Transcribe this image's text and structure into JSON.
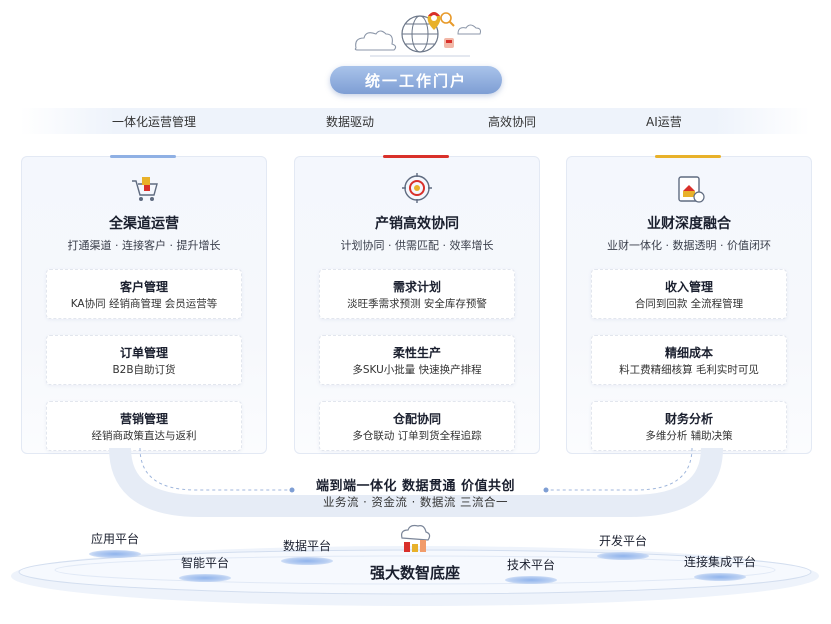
{
  "portal": {
    "title": "统一工作门户"
  },
  "capabilities": [
    "一体化运营管理",
    "数据驱动",
    "高效协同",
    "AI运营"
  ],
  "columns": [
    {
      "title": "全渠道运营",
      "subtitle": "打通渠道 · 连接客户 · 提升增长",
      "accent": "#8fb0e4",
      "cards": [
        {
          "title": "客户管理",
          "desc": "KA协同  经销商管理  会员运营等"
        },
        {
          "title": "订单管理",
          "desc": "B2B自助订货"
        },
        {
          "title": "营销管理",
          "desc": "经销商政策直达与返利"
        }
      ]
    },
    {
      "title": "产销高效协同",
      "subtitle": "计划协同 · 供需匹配 · 效率增长",
      "accent": "#d9302a",
      "cards": [
        {
          "title": "需求计划",
          "desc": "淡旺季需求预测  安全库存预警"
        },
        {
          "title": "柔性生产",
          "desc": "多SKU小批量  快速换产排程"
        },
        {
          "title": "仓配协同",
          "desc": "多仓联动  订单到货全程追踪"
        }
      ]
    },
    {
      "title": "业财深度融合",
      "subtitle": "业财一体化 · 数据透明 · 价值闭环",
      "accent": "#e8b12a",
      "cards": [
        {
          "title": "收入管理",
          "desc": "合同到回款  全流程管理"
        },
        {
          "title": "精细成本",
          "desc": "料工费精细核算  毛利实时可见"
        },
        {
          "title": "财务分析",
          "desc": "多维分析  辅助决策"
        }
      ]
    }
  ],
  "flow": {
    "main": "端到端一体化  数据贯通  价值共创",
    "sub": "业务流 · 资金流 · 数据流   三流合一"
  },
  "platform": {
    "title": "强大数智底座",
    "items": [
      "应用平台",
      "智能平台",
      "数据平台",
      "技术平台",
      "开发平台",
      "连接集成平台"
    ]
  },
  "colors": {
    "primary_blue": "#7e9ed4",
    "red": "#d9302a",
    "yellow": "#e8b12a"
  }
}
